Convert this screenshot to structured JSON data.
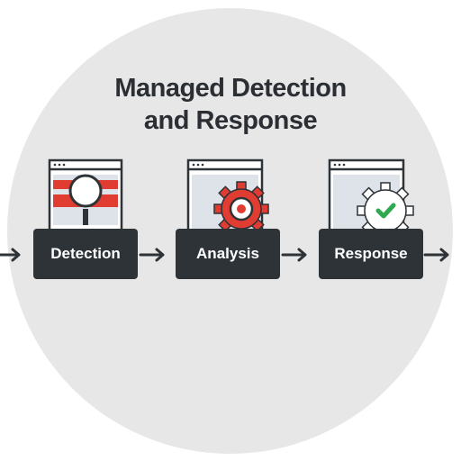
{
  "diagram": {
    "title_line1": "Managed Detection",
    "title_line2": "and Response",
    "steps": [
      {
        "label": "Detection",
        "icon": "magnifier-icon"
      },
      {
        "label": "Analysis",
        "icon": "gear-icon"
      },
      {
        "label": "Response",
        "icon": "gear-check-icon"
      }
    ],
    "colors": {
      "background_circle": "#e7e7e7",
      "dark": "#2e3338",
      "accent_red": "#e03c31",
      "accent_green": "#2fa84f",
      "window_fill": "#dde3e8"
    }
  }
}
